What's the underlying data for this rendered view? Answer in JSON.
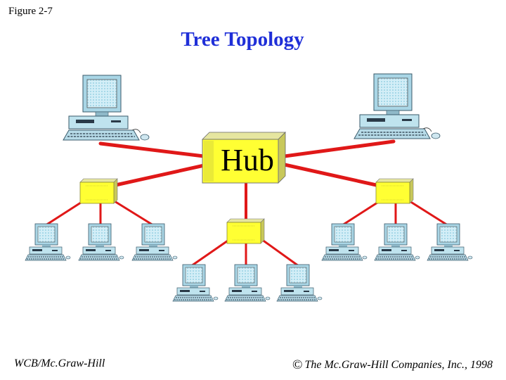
{
  "figure_label": "Figure 2-7",
  "title": "Tree Topology",
  "hub_label": "Hub",
  "footer": {
    "left": "WCB/Mc.Graw-Hill",
    "copyright_symbol": "©",
    "right": "The Mc.Graw-Hill Companies, Inc., 1998"
  },
  "colors": {
    "title": "#1f2fd8",
    "link": "#e01818",
    "hub": "#ffff33",
    "monitor": "#bfe6f2"
  }
}
